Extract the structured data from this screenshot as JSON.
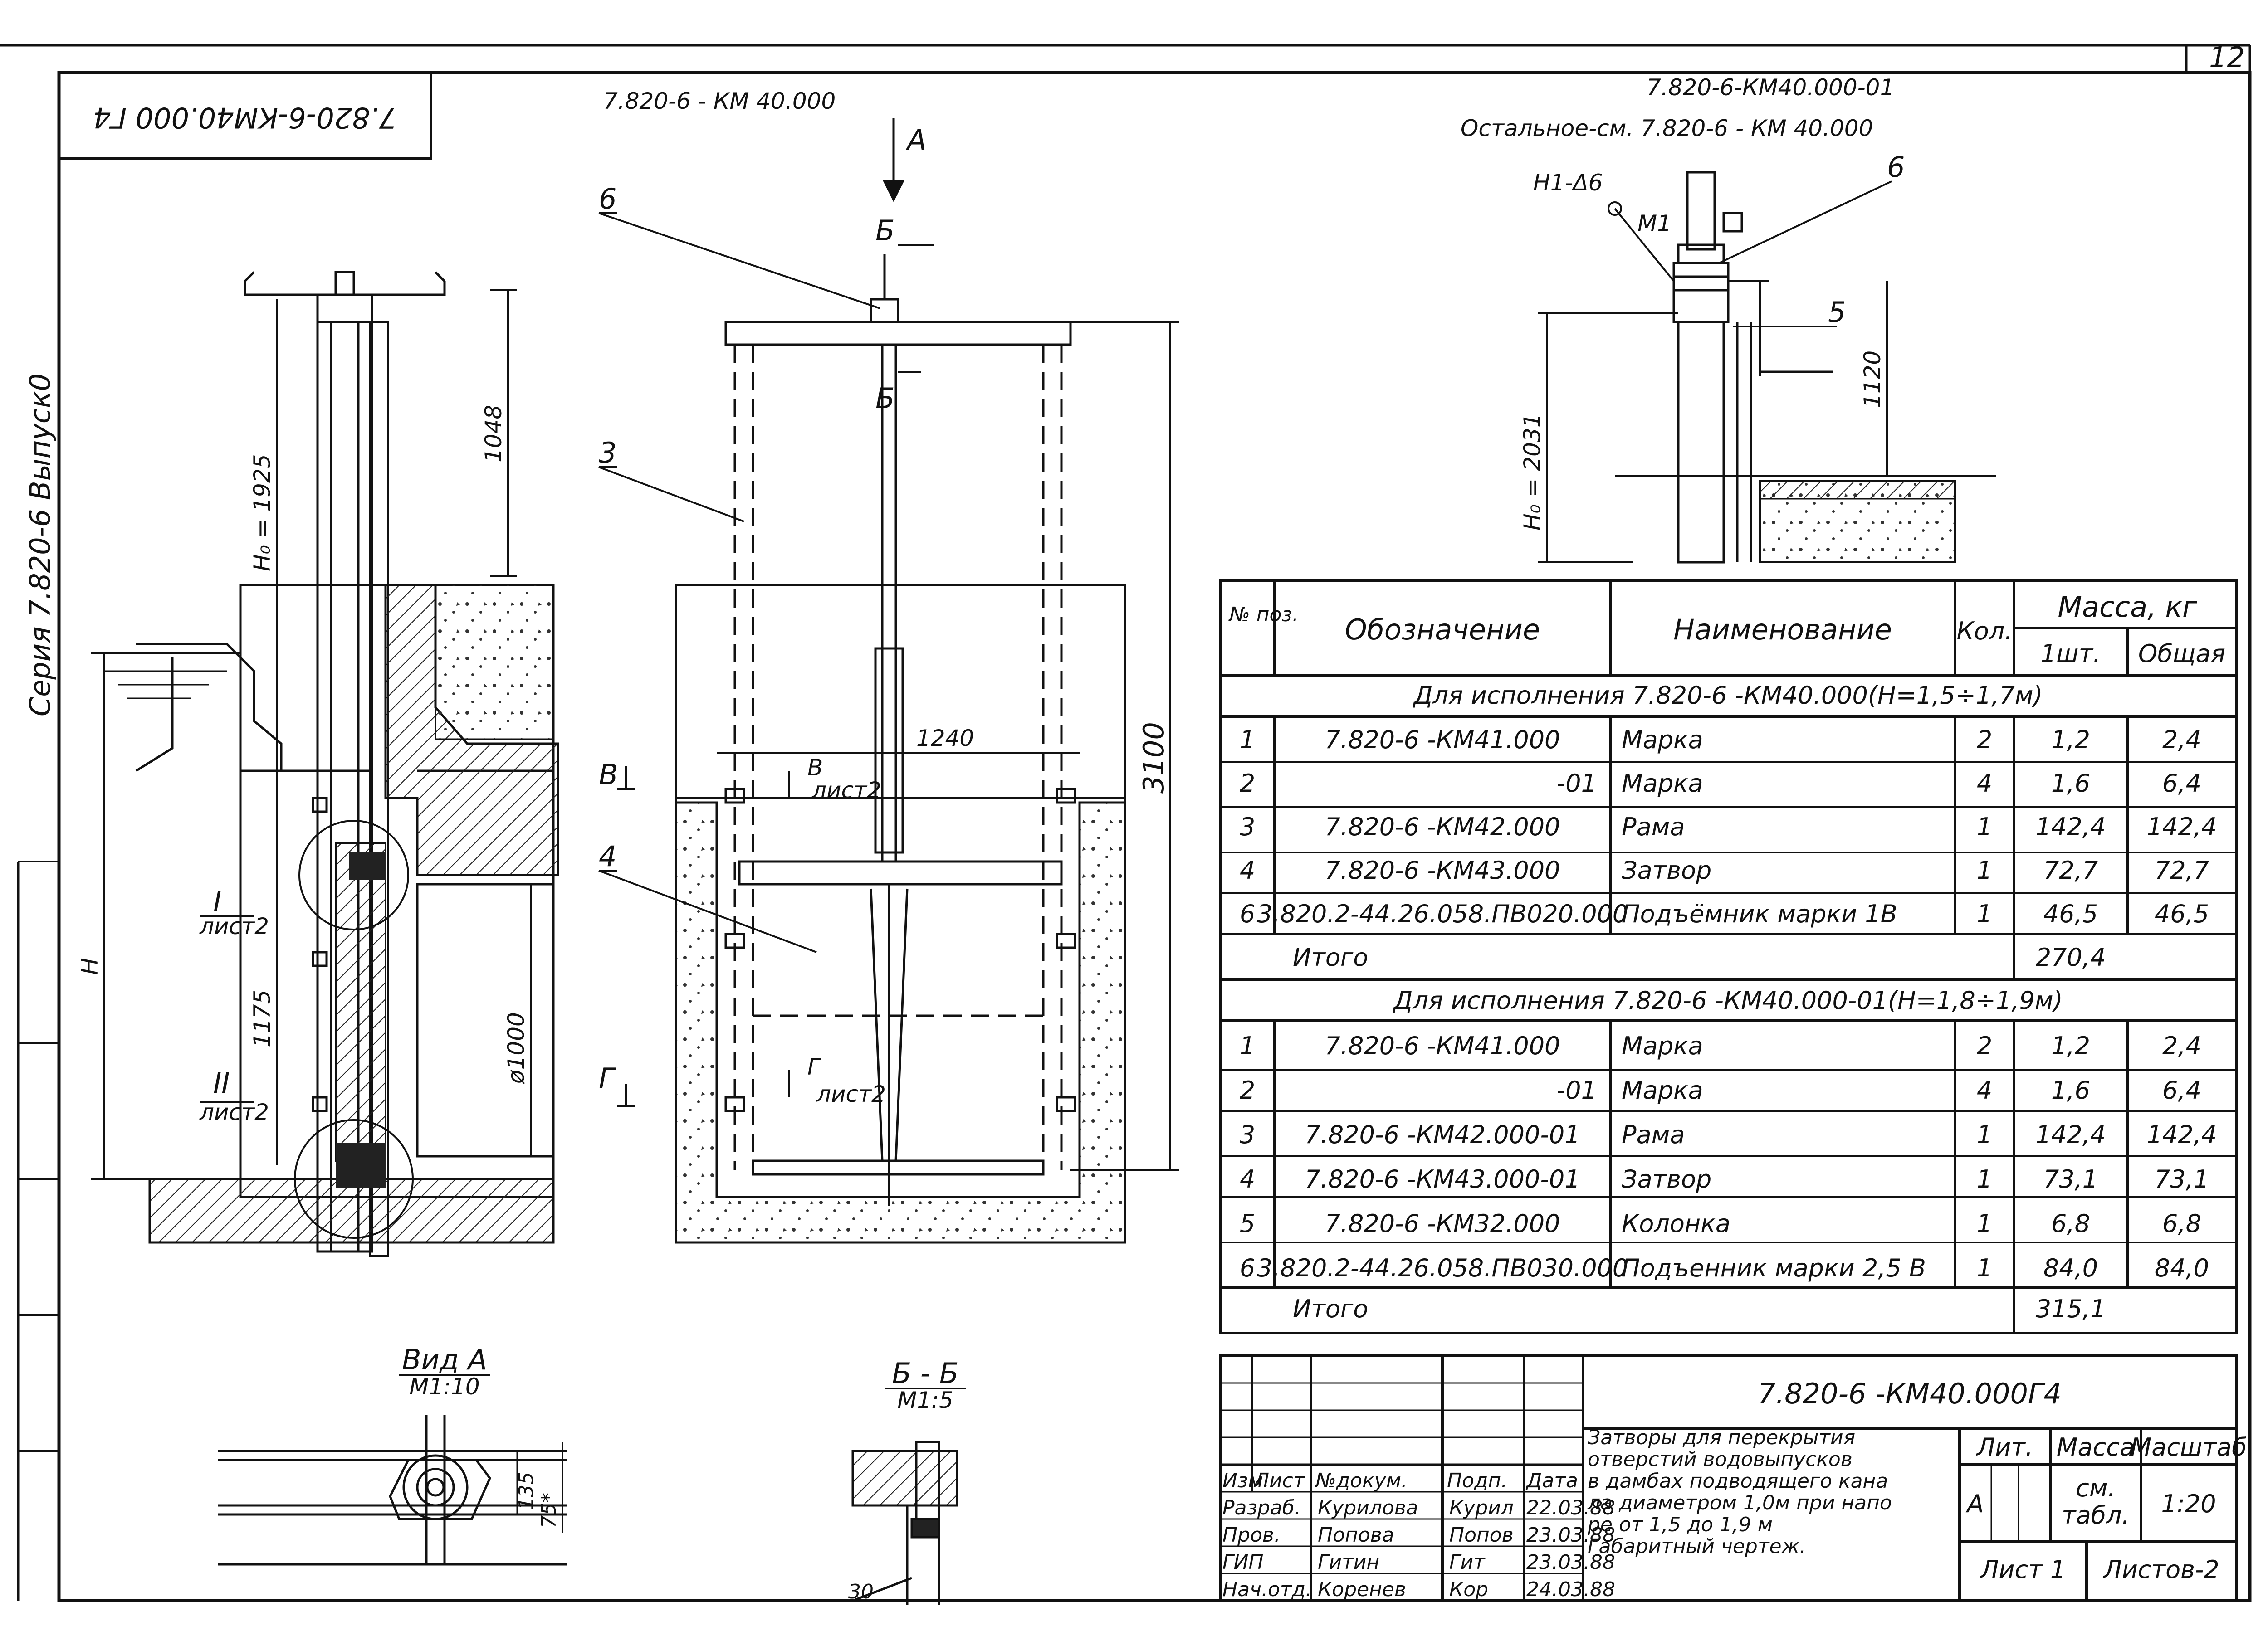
{
  "sheet_number": "12",
  "stamp_code": "7.820-6-КМ40.000 Г4",
  "side_label": "Серия 7.820-6   Выпуск0",
  "top_labels": {
    "left": "7.820-6 - КМ 40.000",
    "right_1": "7.820-6-КМ40.000-01",
    "right_2": "Остальное-см.  7.820-6 - КМ 40.000"
  },
  "callouts": {
    "pos3": "3",
    "pos4": "4",
    "pos5": "5",
    "pos6": "6",
    "pos6b": "6",
    "view_a": "А",
    "sec_b": "Б",
    "sec_v": "В",
    "sec_g": "Г",
    "v_sheet": "В",
    "v_sheet_note": "лист2",
    "g_sheet": "Г",
    "g_sheet_note": "лист2",
    "node1": "I",
    "node1_note": "лист2",
    "node2": "II",
    "node2_note": "лист2",
    "h1": "Н1-Δ6",
    "m1": "М1",
    "h_big": "Н"
  },
  "dimensions": {
    "h0_left": "Н₀ = 1925",
    "d1048": "1048",
    "d1175": "1175",
    "d_pipe": "ø1000",
    "d1240": "1240",
    "d3100": "3100",
    "d1120": "1120",
    "h0_right": "Н₀ = 2031",
    "d135": "135",
    "d75": "75*",
    "d30": "30"
  },
  "views": {
    "view_a_title": "Вид А",
    "view_a_scale": "М1:10",
    "sec_bb_title": "Б - Б",
    "sec_bb_scale": "М1:5"
  },
  "spec_table": {
    "headers": {
      "pos": "№ поз.",
      "designation": "Обозначение",
      "name": "Наименование",
      "qty": "Кол.",
      "mass": "Масса, кг",
      "mass_unit": "1шт.",
      "mass_total": "Общая"
    },
    "section1_title": "Для исполнения   7.820-6 -КМ40.000(Н=1,5÷1,7м)",
    "section1_rows": [
      {
        "pos": "1",
        "des": "7.820-6 -КМ41.000",
        "name": "Марка",
        "qty": "2",
        "unit": "1,2",
        "total": "2,4"
      },
      {
        "pos": "2",
        "des": "-01",
        "name": "Марка",
        "qty": "4",
        "unit": "1,6",
        "total": "6,4"
      },
      {
        "pos": "3",
        "des": "7.820-6 -КМ42.000",
        "name": "Рама",
        "qty": "1",
        "unit": "142,4",
        "total": "142,4"
      },
      {
        "pos": "4",
        "des": "7.820-6 -КМ43.000",
        "name": "Затвор",
        "qty": "1",
        "unit": "72,7",
        "total": "72,7"
      },
      {
        "pos": "6",
        "des": "3.820.2-44.26.058.ПВ020.000",
        "name": "Подъёмник марки 1В",
        "qty": "1",
        "unit": "46,5",
        "total": "46,5"
      }
    ],
    "section1_total_label": "Итого",
    "section1_total": "270,4",
    "section2_title": "Для исполнения   7.820-6 -КМ40.000-01(Н=1,8÷1,9м)",
    "section2_rows": [
      {
        "pos": "1",
        "des": "7.820-6 -КМ41.000",
        "name": "Марка",
        "qty": "2",
        "unit": "1,2",
        "total": "2,4"
      },
      {
        "pos": "2",
        "des": "-01",
        "name": "Марка",
        "qty": "4",
        "unit": "1,6",
        "total": "6,4"
      },
      {
        "pos": "3",
        "des": "7.820-6 -КМ42.000-01",
        "name": "Рама",
        "qty": "1",
        "unit": "142,4",
        "total": "142,4"
      },
      {
        "pos": "4",
        "des": "7.820-6 -КМ43.000-01",
        "name": "Затвор",
        "qty": "1",
        "unit": "73,1",
        "total": "73,1"
      },
      {
        "pos": "5",
        "des": "7.820-6 -КМ32.000",
        "name": "Колонка",
        "qty": "1",
        "unit": "6,8",
        "total": "6,8"
      },
      {
        "pos": "6",
        "des": "3.820.2-44.26.058.ПВ030.000",
        "name": "Подъенник марки 2,5 В",
        "qty": "1",
        "unit": "84,0",
        "total": "84,0"
      }
    ],
    "section2_total_label": "Итого",
    "section2_total": "315,1"
  },
  "title_block": {
    "code": "7.820-6 -КМ40.000Г4",
    "description": [
      "Затворы для перекрытия",
      "отверстий водовыпусков",
      "в дамбах подводящего кана",
      "ла диаметром 1,0м при напо",
      "ре от 1,5 до 1,9 м",
      "Габаритный чертеж."
    ],
    "hdr_izm": "Изм.",
    "hdr_list": "Лист",
    "hdr_doc": "№докум.",
    "hdr_sign": "Подп.",
    "hdr_date": "Дата",
    "staff": [
      {
        "role": "Разраб.",
        "name": "Курилова",
        "sign": "Курил",
        "date": "22.03.88"
      },
      {
        "role": "Пров.",
        "name": "Попова",
        "sign": "Попов",
        "date": "23.03.88"
      },
      {
        "role": "ГИП",
        "name": "Гитин",
        "sign": "Гит",
        "date": "23.03.88"
      },
      {
        "role": "Нач.отд.",
        "name": "Коренев",
        "sign": "Кор",
        "date": "24.03.88"
      }
    ],
    "lit_label": "Лит.",
    "mass_label": "Масса",
    "scale_label": "Масштаб",
    "lit_value": "А",
    "mass_value_1": "см.",
    "mass_value_2": "табл.",
    "scale_value": "1:20",
    "sheet_label": "Лист 1",
    "sheets_label": "Листов-2"
  }
}
